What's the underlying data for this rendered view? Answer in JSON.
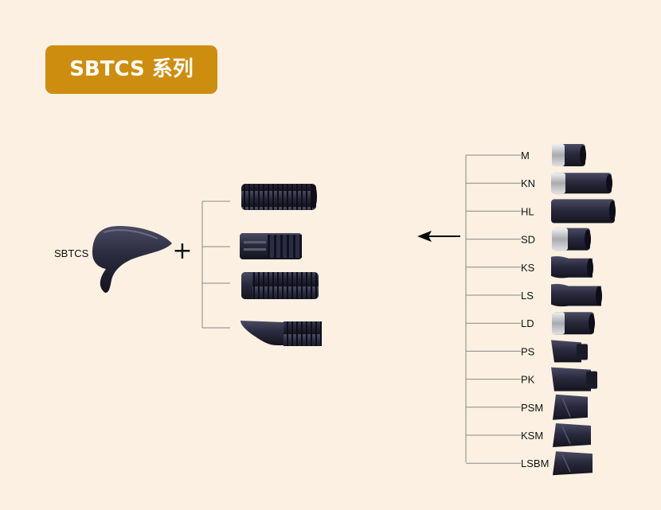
{
  "series_title": "SBTCS 系列",
  "body_label": "SBTCS",
  "plus_sign": "+",
  "sleeves": [
    "M",
    "KN",
    "HL",
    "SD",
    "KS",
    "LS",
    "LD",
    "PS",
    "PK",
    "PSM",
    "KSM",
    "LSBM"
  ],
  "colors": {
    "badge": "#cd8e10",
    "background": "#fbf0e1",
    "part": "#24243a",
    "metal": "#c8cacd",
    "line": "#888888"
  }
}
